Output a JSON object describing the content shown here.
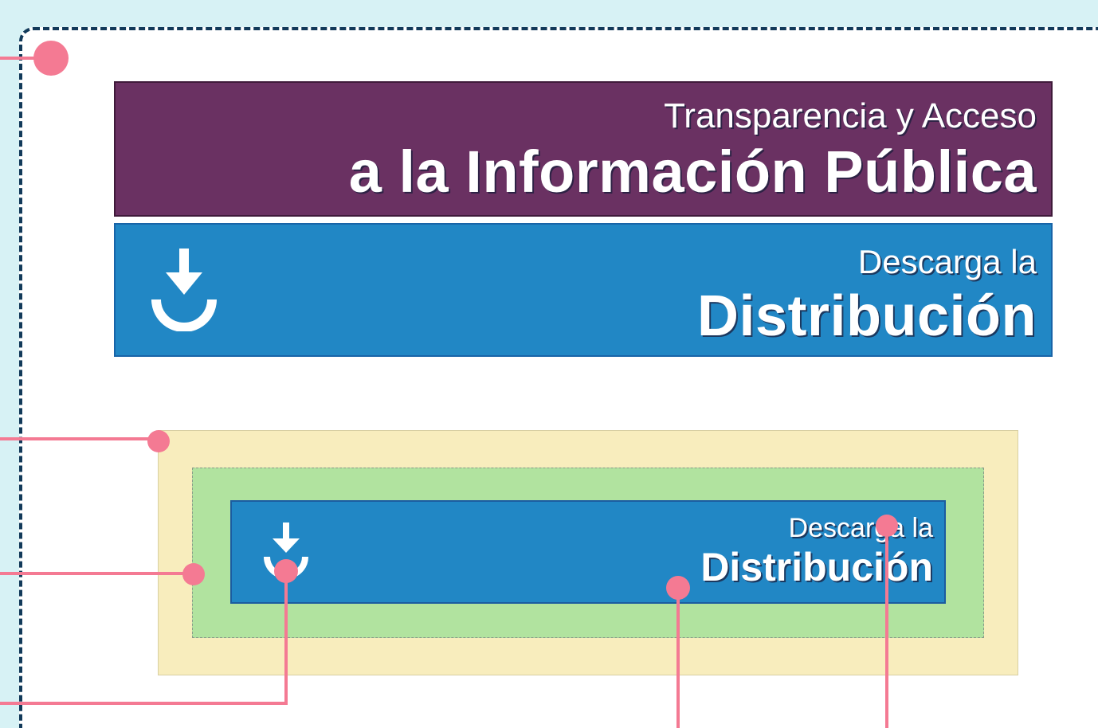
{
  "colors": {
    "background": "#d7f2f5",
    "canvas": "#ffffff",
    "dashed_border": "#123a5a",
    "purple_banner": "#6a3162",
    "blue_banner": "#2187c5",
    "margin_box": "#f8edbd",
    "padding_box": "#b1e39f",
    "annotation": "#f47a93"
  },
  "banners": {
    "transparency": {
      "line1": "Transparencia y Acceso",
      "line2": "a la Información Pública"
    },
    "download": {
      "line1": "Descarga la",
      "line2": "Distribución",
      "icon": "download-icon"
    }
  },
  "box_model_example": {
    "banner": {
      "line1": "Descarga la",
      "line2": "Distribución",
      "icon": "download-icon"
    }
  }
}
